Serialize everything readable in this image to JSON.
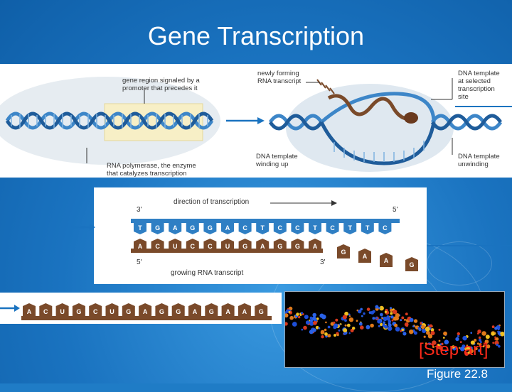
{
  "slide": {
    "title": "Gene Transcription",
    "figure_caption": "Figure 22.8",
    "step_art": "[Step art]"
  },
  "panel1": {
    "label_gene_region": "gene region signaled by a\npromoter that precedes it",
    "label_polymerase": "RNA polymerase, the enzyme\nthat catalyzes transcription",
    "label_newly_forming": "newly forming\nRNA transcript",
    "label_dna_template_site": "DNA template\nat selected\ntranscription\nsite",
    "label_winding_up": "DNA template\nwinding up",
    "label_unwinding": "DNA template\nunwinding"
  },
  "panel2": {
    "direction_label": "direction of transcription",
    "prime_top_left": "3'",
    "prime_top_right": "5'",
    "prime_bottom_left": "5'",
    "prime_bottom_right": "3'",
    "growing_label": "growing RNA transcript",
    "dna_bases": [
      "T",
      "G",
      "A",
      "G",
      "G",
      "A",
      "C",
      "T",
      "C",
      "C",
      "T",
      "C",
      "T",
      "T",
      "C"
    ],
    "rna_bases": [
      "A",
      "C",
      "U",
      "C",
      "C",
      "U",
      "G",
      "A",
      "G",
      "G",
      "A"
    ],
    "free_bases": [
      "G",
      "A",
      "A",
      "G"
    ]
  },
  "panel3": {
    "rna_bases": [
      "A",
      "C",
      "U",
      "G",
      "C",
      "U",
      "G",
      "A",
      "G",
      "G",
      "A",
      "G",
      "A",
      "A",
      "G"
    ]
  },
  "colors": {
    "background": "#1a73c0",
    "dna_tile": "#2f7fc4",
    "rna_tile": "#7a4a2a",
    "arrow": "#1a73c0",
    "step_art": "#ff2a1a"
  }
}
